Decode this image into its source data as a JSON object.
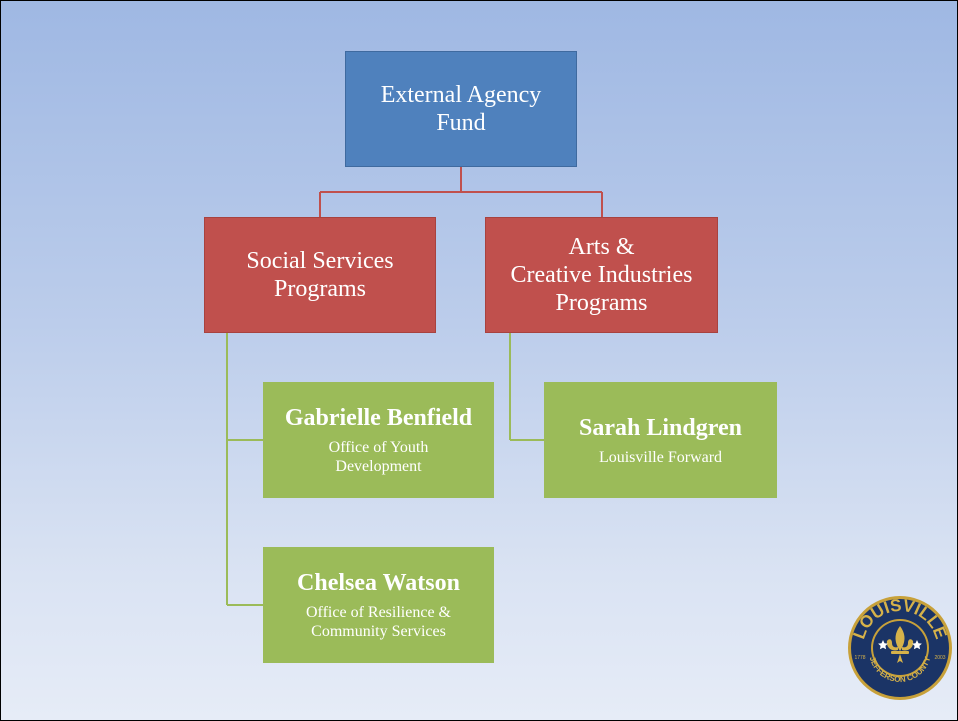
{
  "diagram": {
    "root": {
      "label": "External Agency\nFund"
    },
    "branches": [
      {
        "label": "Social Services\nPrograms",
        "contacts": [
          {
            "name": "Gabrielle Benfield",
            "office": "Office of Youth\nDevelopment"
          },
          {
            "name": "Chelsea Watson",
            "office": "Office of Resilience &\nCommunity Services"
          }
        ]
      },
      {
        "label": "Arts &\nCreative Industries\nPrograms",
        "contacts": [
          {
            "name": "Sarah Lindgren",
            "office": "Louisville Forward"
          }
        ]
      }
    ]
  },
  "logo": {
    "top_text": "LOUISVILLE",
    "bottom_text": "JEFFERSON COUNTY",
    "left_text": "1778",
    "right_text": "2003"
  },
  "colors": {
    "root": "#4f81bd",
    "branch": "#c0504d",
    "leaf": "#9bbb59",
    "root_connector": "#c0504d",
    "leaf_connector": "#9bbb59"
  }
}
